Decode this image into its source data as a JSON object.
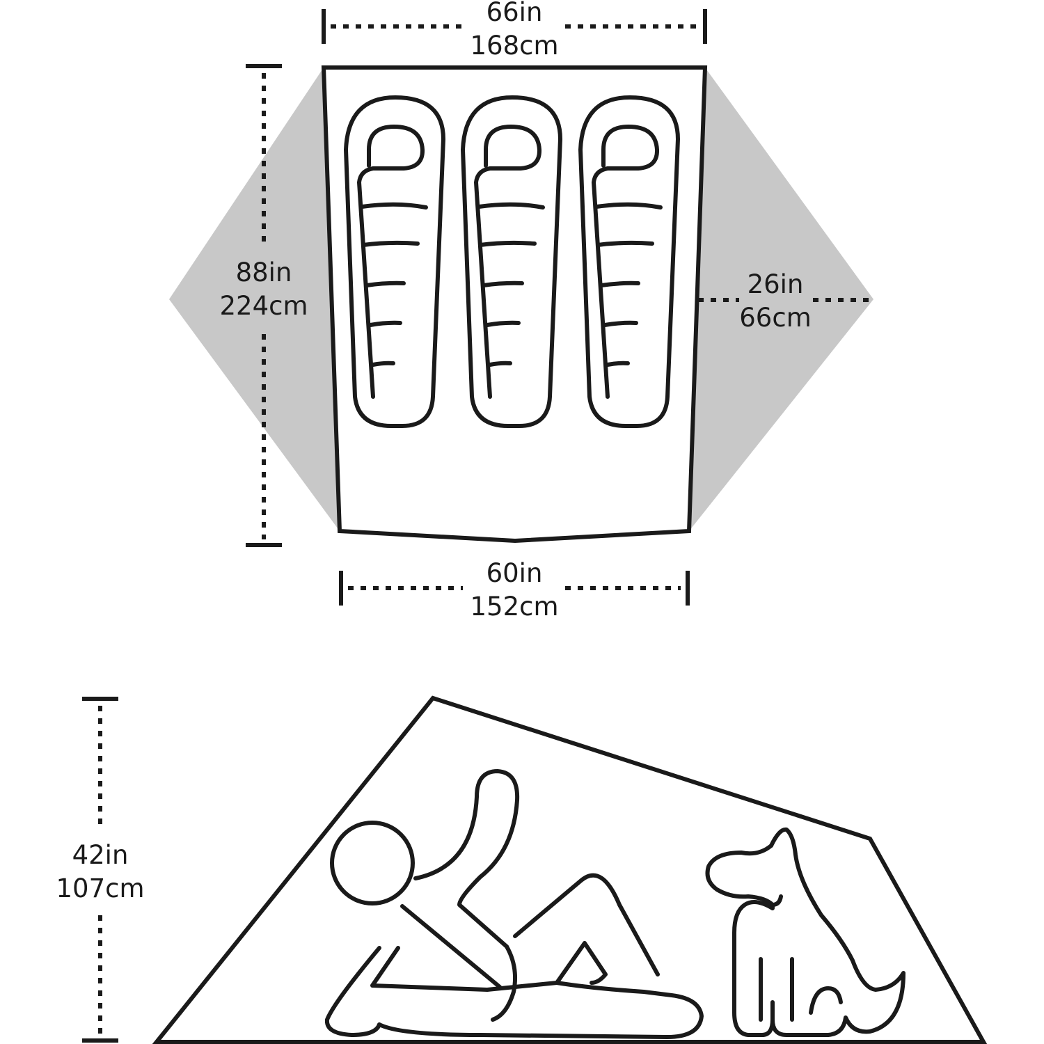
{
  "colors": {
    "stroke": "#1a1a1a",
    "vestibule": "#c8c8c8",
    "background": "#ffffff"
  },
  "floor_plan": {
    "top_width": {
      "in": "66in",
      "cm": "168cm"
    },
    "length": {
      "in": "88in",
      "cm": "224cm"
    },
    "vestibule_depth": {
      "in": "26in",
      "cm": "66cm"
    },
    "bottom_width": {
      "in": "60in",
      "cm": "152cm"
    },
    "sleeping_bags": 3
  },
  "side_profile": {
    "peak_height": {
      "in": "42in",
      "cm": "107cm"
    },
    "figures": [
      "person-reclining",
      "dog-sitting"
    ]
  }
}
